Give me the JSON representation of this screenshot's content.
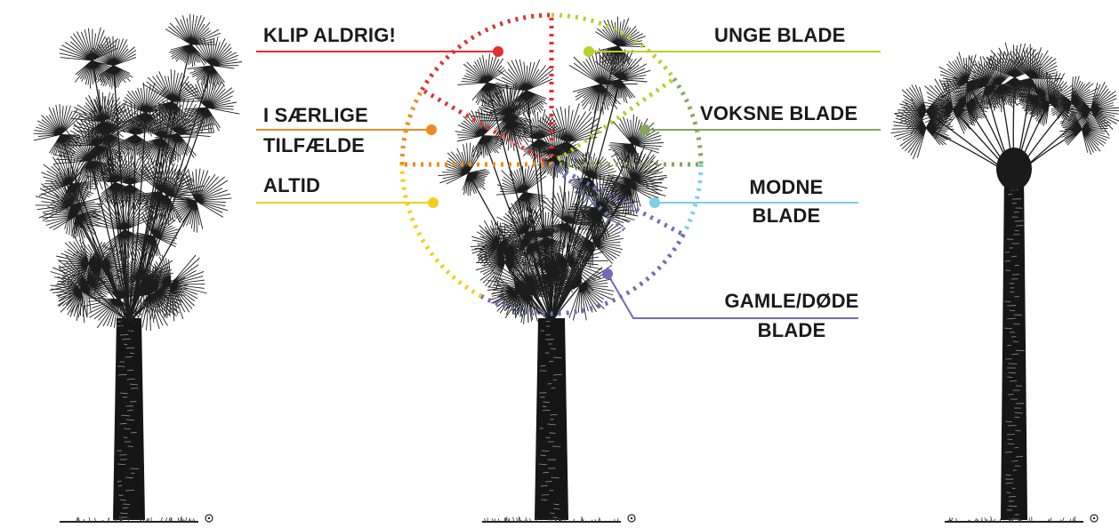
{
  "labels": {
    "klip_aldrig": "KLIP ALDRIG!",
    "i_saerlige_line1": "I SÆRLIGE",
    "i_saerlige_line2": "TILFÆLDE",
    "altid": "ALTID",
    "unge_blade": "UNGE BLADE",
    "voksne_blade": "VOKSNE BLADE",
    "modne_line1": "MODNE",
    "modne_line2": "BLADE",
    "gamle_line1": "GAMLE/DØDE",
    "gamle_line2": "BLADE"
  },
  "colors": {
    "klip_aldrig": "#e0302f",
    "i_saerlige": "#f08a1e",
    "altid": "#f3cf1c",
    "unge_blade": "#b9cf2a",
    "voksne_blade": "#86a65a",
    "modne_blade": "#7ccfe6",
    "gamle_blade": "#6f6db8",
    "trunk": "#151515",
    "foliage": "#1c1c1c"
  },
  "icons": [
    "palm-tree-left",
    "palm-tree-center",
    "palm-tree-right",
    "copyright-mark"
  ]
}
